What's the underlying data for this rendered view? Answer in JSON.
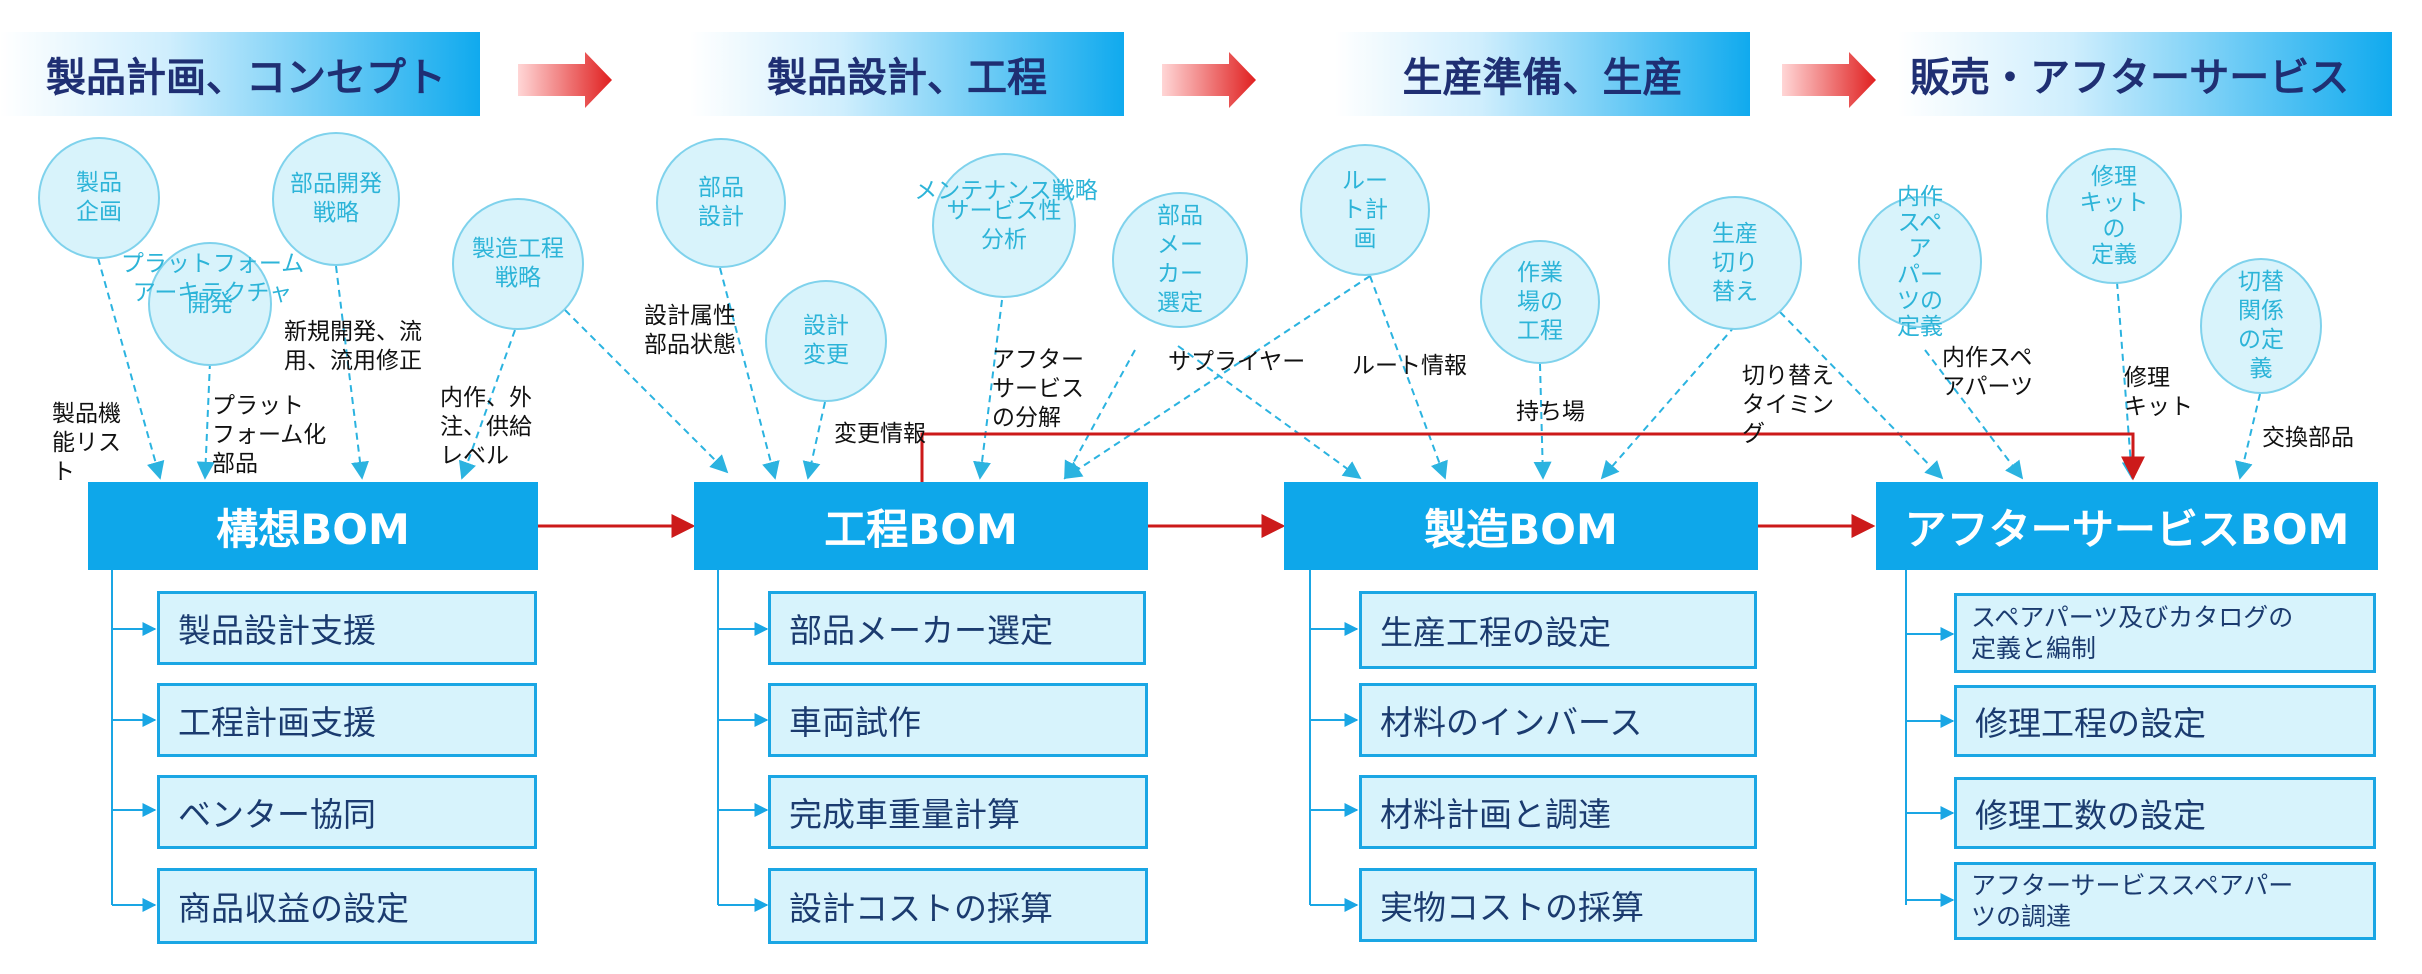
{
  "stages": [
    "製品計画、コンセプト",
    "製品設計、工程",
    "生産準備、生産",
    "販売・アフターサービス"
  ],
  "circles": [
    {
      "id": "c-product-planning",
      "text": "製品\n企画"
    },
    {
      "id": "c-platform-dev",
      "text": "開発"
    },
    {
      "id": "c-parts-dev-strategy",
      "text": "部品開発\n戦略"
    },
    {
      "id": "c-mfg-process-strategy",
      "text": "製造工程\n戦略"
    },
    {
      "id": "c-part-design",
      "text": "部品\n設計"
    },
    {
      "id": "c-design-change",
      "text": "設計\n変更"
    },
    {
      "id": "c-serviceability",
      "text": "サービス性\n分析"
    },
    {
      "id": "c-supplier-select",
      "text": "部品\nメー\nカー\n選定"
    },
    {
      "id": "c-route-plan",
      "text": "ルー\nト計\n画"
    },
    {
      "id": "c-workplace-process",
      "text": "作業\n場の\n工程"
    },
    {
      "id": "c-production-switch",
      "text": "生産\n切り\n替え"
    },
    {
      "id": "c-inhouse-spare",
      "text": "内作\nスペ\nア\nパー\nツの\n定義"
    },
    {
      "id": "c-repair-kit",
      "text": "修理\nキット\nの\n定義"
    },
    {
      "id": "c-switch-relation",
      "text": "切替\n関係\nの定\n義"
    }
  ],
  "floating_texts": [
    {
      "id": "t-platform-architecture",
      "text": "プラットフォーム\nアーキテクチャ"
    },
    {
      "id": "t-maintenance-strategy",
      "text": "メンテナンス戦略"
    }
  ],
  "labels": [
    {
      "id": "l-function-list",
      "text": "製品機\n能リス\nト"
    },
    {
      "id": "l-platform-parts",
      "text": "プラット\nフォーム化\n部品"
    },
    {
      "id": "l-new-dev",
      "text": "新規開発、流\n用、流用修正"
    },
    {
      "id": "l-make-buy",
      "text": "内作、外\n注、供給\nレベル"
    },
    {
      "id": "l-design-attr",
      "text": "設計属性\n部品状態"
    },
    {
      "id": "l-change-info",
      "text": "変更情報"
    },
    {
      "id": "l-aftersales-breakdown",
      "text": "アフター\nサービス\nの分解"
    },
    {
      "id": "l-supplier",
      "text": "サプライヤー"
    },
    {
      "id": "l-route-info",
      "text": "ルート情報"
    },
    {
      "id": "l-workplace",
      "text": "持ち場"
    },
    {
      "id": "l-switch-timing",
      "text": "切り替え\nタイミン\nグ"
    },
    {
      "id": "l-inhouse-spare",
      "text": "内作スペ\nアパーツ"
    },
    {
      "id": "l-repair-kit",
      "text": "修理\nキット"
    },
    {
      "id": "l-exchange-parts",
      "text": "交換部品"
    }
  ],
  "boms": [
    "構想BOM",
    "工程BOM",
    "製造BOM",
    "アフターサービスBOM"
  ],
  "tasks": [
    [
      "製品設計支援",
      "工程計画支援",
      "ベンター協同",
      "商品収益の設定"
    ],
    [
      "部品メーカー選定",
      "車両試作",
      "完成車重量計算",
      "設計コストの採算"
    ],
    [
      "生産工程の設定",
      "材料のインバース",
      "材料計画と調達",
      "実物コストの採算"
    ],
    [
      "スペアパーツ及びカタログの\n定義と編制",
      "修理工程の設定",
      "修理工数の設定",
      "アフターサービススペアパー\nツの調達"
    ]
  ],
  "colors": {
    "bom": "#0ea7ea",
    "task_fill": "#d7f3fc",
    "task_border": "#1aa6e4",
    "circle_fill": "#d8f3fb",
    "circle_text": "#2db4d8",
    "dashed_arrow": "#2bb3e0",
    "flow_arrow": "#cc1a1a",
    "stage_text": "#1f2f73"
  }
}
